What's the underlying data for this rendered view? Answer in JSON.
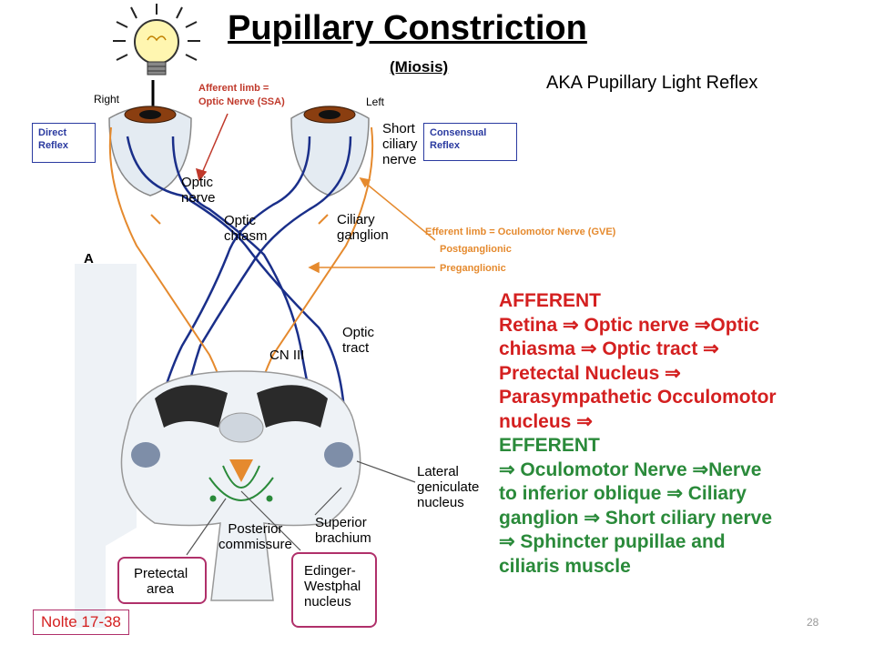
{
  "title": "Pupillary Constriction",
  "subtitle": "(Miosis)",
  "aka": "AKA Pupillary Light Reflex",
  "eye_labels": {
    "right": "Right",
    "left": "Left"
  },
  "afferent_limb": {
    "line1": "Afferent limb =",
    "line2": "Optic Nerve (SSA)"
  },
  "boxes": {
    "direct": {
      "line1": "Direct",
      "line2": "Reflex"
    },
    "consensual": {
      "line1": "Consensual",
      "line2": "Reflex"
    }
  },
  "efferent_limb": "Efferent limb = Oculomotor Nerve (GVE)",
  "postganglionic": "Postganglionic",
  "preganglionic": "Preganglionic",
  "figure": {
    "panel": "A",
    "short_ciliary_nerve": [
      "Short",
      "ciliary",
      "nerve"
    ],
    "optic_nerve": [
      "Optic",
      "nerve"
    ],
    "optic_chiasm": [
      "Optic",
      "chiasm"
    ],
    "ciliary_ganglion": [
      "Ciliary",
      "ganglion"
    ],
    "optic_tract": [
      "Optic",
      "tract"
    ],
    "cn3": "CN III",
    "lgn": [
      "Lateral",
      "geniculate",
      "nucleus"
    ],
    "posterior_commissure": [
      "Posterior",
      "commissure"
    ],
    "superior_brachium": [
      "Superior",
      "brachium"
    ],
    "pretectal_area": [
      "Pretectal",
      "area"
    ],
    "edinger_westphal": [
      "Edinger-",
      "Westphal",
      "nucleus"
    ]
  },
  "pathway": {
    "lines": [
      {
        "text": "AFFERENT",
        "color": "red"
      },
      {
        "text": "Retina ⇒ Optic nerve ⇒Optic",
        "color": "red"
      },
      {
        "text": "chiasma ⇒  Optic tract ⇒",
        "color": "red"
      },
      {
        "text": "Pretectal Nucleus ⇒",
        "color": "red"
      },
      {
        "text": "Parasympathetic Occulomotor",
        "color": "red"
      },
      {
        "text": "nucleus ⇒",
        "color": "red"
      },
      {
        "text": "EFFERENT",
        "color": "green"
      },
      {
        "text": " ⇒ Oculomotor Nerve ⇒Nerve",
        "color": "green"
      },
      {
        "text": "to inferior oblique ⇒  Ciliary",
        "color": "green"
      },
      {
        "text": "ganglion ⇒ Short ciliary nerve",
        "color": "green"
      },
      {
        "text": " ⇒ Sphincter pupillae and",
        "color": "green"
      },
      {
        "text": "ciliaris muscle",
        "color": "green"
      }
    ]
  },
  "citation": "Nolte 17-38",
  "page_number": "28",
  "icons": {
    "light": "lightbulb-icon"
  },
  "colors": {
    "afferent": "#d42020",
    "efferent": "#2a8a3a",
    "orange": "#e58a2e",
    "blue": "#1a2f8a"
  }
}
